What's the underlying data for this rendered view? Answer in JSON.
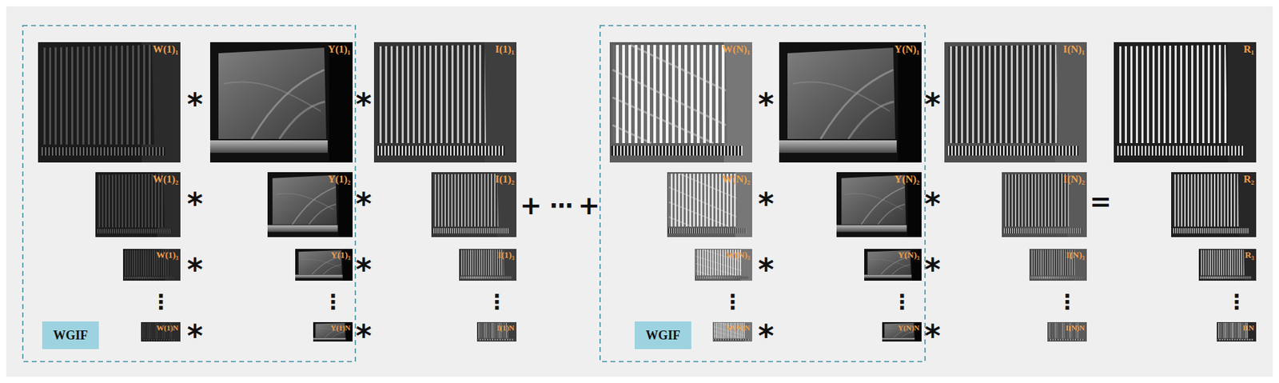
{
  "diagram": {
    "nodes": [
      {
        "text": [
          "W(1)₁"
        ]
      },
      {
        "text": [
          "Y(1)₁"
        ]
      },
      {
        "text": [
          "I(1)₁"
        ]
      },
      {
        "text": [
          "W(N)₁"
        ]
      },
      {
        "text": [
          "Y(N)₁"
        ]
      },
      {
        "text": [
          "I(N)₁"
        ]
      },
      {
        "text": [
          "R₁"
        ]
      },
      {
        "text": [
          "W(1)₂"
        ]
      },
      {
        "text": [
          "Y(1)₂"
        ]
      },
      {
        "text": [
          "I(1)₂"
        ]
      },
      {
        "text": [
          "W(N)₂"
        ]
      },
      {
        "text": [
          "Y(N)₂"
        ]
      },
      {
        "text": [
          "I(N)₂"
        ]
      },
      {
        "text": [
          "R₂"
        ]
      },
      {
        "text": [
          "W(1)₃"
        ]
      },
      {
        "text": [
          "Y(1)₃"
        ]
      },
      {
        "text": [
          "I(1)₃"
        ]
      },
      {
        "text": [
          "W(N)₃"
        ]
      },
      {
        "text": [
          "Y(N)₃"
        ]
      },
      {
        "text": [
          "I(N)₃"
        ]
      },
      {
        "text": [
          "R₃"
        ]
      },
      {
        "text": [
          "WGIF"
        ]
      },
      {
        "text": [
          "W(1)N"
        ]
      },
      {
        "text": [
          "Y(1)N"
        ]
      },
      {
        "text": [
          "I(1)N"
        ]
      },
      {
        "text": [
          "WGIF"
        ]
      },
      {
        "text": [
          "W(N)N"
        ]
      },
      {
        "text": [
          "Y(N)N"
        ]
      },
      {
        "text": [
          "I(N)N"
        ]
      },
      {
        "text": [
          "RN"
        ]
      }
    ],
    "labels": [
      "*",
      "*",
      "*",
      "*",
      "*",
      "*",
      "+",
      "⋯",
      "+",
      "*",
      "*",
      "=",
      "*",
      "*",
      "*",
      "*",
      "⋮",
      "⋮",
      "⋮",
      "⋮",
      "⋮",
      "⋮",
      "⋮",
      "*",
      "*",
      "*",
      "*"
    ]
  }
}
